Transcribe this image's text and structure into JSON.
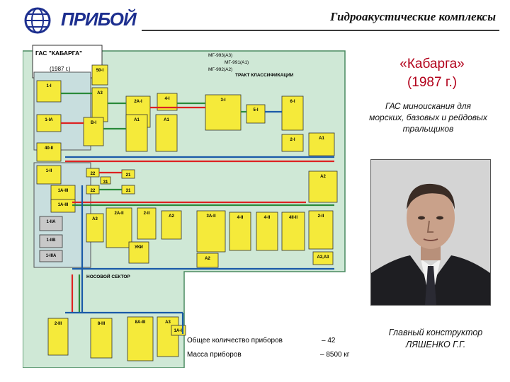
{
  "header": {
    "brand": "ПРИБОЙ",
    "title": "Гидроакустические комплексы"
  },
  "system": {
    "name_line1": "«Кабарга»",
    "name_line2": "(1987 г.)",
    "description_line1": "ГАС миноискания для",
    "description_line2": "морских, базовых и рейдовых",
    "description_line3": "тральщиков"
  },
  "designer": {
    "role": "Главный конструктор",
    "name": "ЛЯШЕНКО  Г.Г."
  },
  "diagram": {
    "title_line1": "ГАС \"КАБАРГА\"",
    "title_line2": "(1987 г.)",
    "ref_top1": "МГ-993(А3)",
    "ref_top2": "МГ-991(А1)",
    "ref_top3": "МГ-992(А2)",
    "tract": "ТРАКТ КЛАССИФИКАЦИИ",
    "bow_sector": "НОСОВОЙ СЕКТОР",
    "cell_labels": [
      "50-I",
      "A3",
      "1-I",
      "2A-I",
      "4-I",
      "3-I",
      "5-I",
      "6-I",
      "1-IA",
      "B-I",
      "A1",
      "A1",
      "2-I",
      "1-II",
      "22",
      "21",
      "31",
      "22",
      "31",
      "2A-II",
      "2-II",
      "3A-II",
      "4-II",
      "4-II",
      "2-II",
      "1-IIA",
      "1-IIB",
      "1-IIIA",
      "4II-II",
      "A2",
      "A2",
      "УКИ",
      "A3",
      "A2,A3",
      "2-III",
      "8-III",
      "8A-III",
      "A3",
      "A2",
      "A1",
      "40-II",
      "1A-II",
      "1A-III",
      "1A-III"
    ],
    "stats": {
      "count_label": "Общее количество приборов",
      "count_value": "–  42",
      "mass_label": "Масса приборов",
      "mass_value": "–  8500  кг"
    }
  }
}
